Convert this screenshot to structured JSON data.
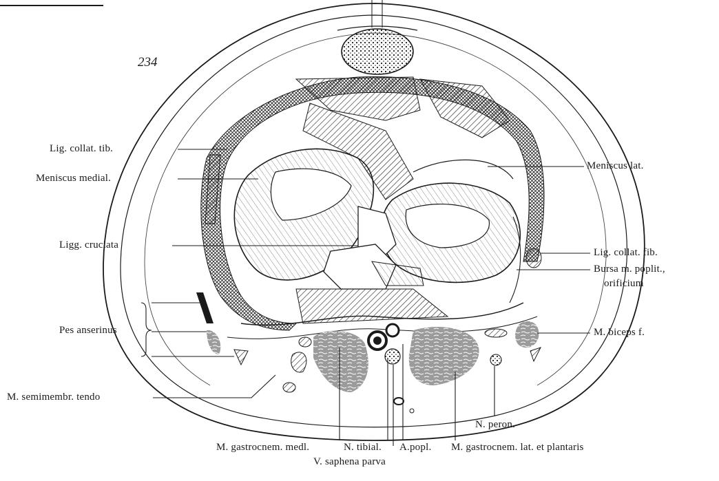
{
  "figure_number": "234",
  "labels": {
    "lig_collat_tib": "Lig. collat. tib.",
    "meniscus_medial": "Meniscus medial.",
    "ligg_cruciata": "Ligg. cruciata",
    "pes_anserinus": "Pes anserinus",
    "m_semimembr_tendo": "M. semimembr. tendo",
    "m_gastrocnem_medl": "M. gastrocnem. medl.",
    "n_tibial": "N. tibial.",
    "a_popl": "A.popl.",
    "m_gastrocnem_lat": "M. gastrocnem. lat. et plantaris",
    "v_saphena_parva": "V. saphena parva",
    "n_peron": "N. peron.",
    "m_biceps_f": "M. biceps f.",
    "bursa_line1": "Bursa m. poplit.,",
    "bursa_line2": "orificium",
    "lig_collat_fib": "Lig. collat. fib.",
    "meniscus_lat": "Meniscus lat."
  },
  "colors": {
    "ink": "#1a1a1a",
    "muscle": "#9b9b9b",
    "background": "#ffffff"
  }
}
